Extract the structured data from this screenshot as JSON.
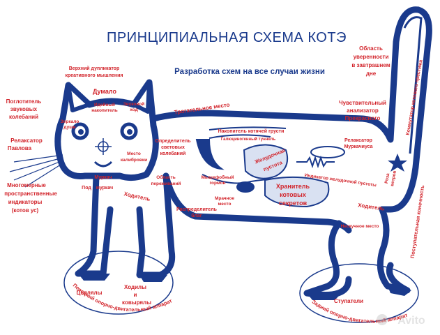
{
  "title": "ПРИНЦИПИАЛЬНАЯ СХЕМА КОТЭ",
  "subtitle": "Разработка схем на все случаи жизни",
  "colors": {
    "outline": "#1a3a8c",
    "label": "#d2232a",
    "title": "#1a3a8c",
    "background": "#ffffff"
  },
  "labels": {
    "top_duplicator_1": "Верхний дупликатор",
    "top_duplicator_2": "креативного мышления",
    "dumalo": "Думало",
    "absorber_1": "Поглотитель",
    "absorber_2": "звуковых",
    "absorber_3": "колебаний",
    "mirrors_1": "Зеркало",
    "mirrors_2": "души",
    "ideal_1": "Идейный",
    "ideal_2": "накопитель",
    "sound_1": "Звуковой",
    "sound_2": "ход",
    "relaxator_pavlov_1": "Релаксатор",
    "relaxator_pavlov_2": "Павлова",
    "light_det_1": "Определитель",
    "light_det_2": "световых",
    "light_det_3": "колебаний",
    "calib_1": "Место",
    "calib_2": "калибровки",
    "murkach": "Муркач",
    "pod_murkach": "Под",
    "pod_murkach_2": "муркач",
    "multidim_1": "Многомерные",
    "multidim_2": "пространственные",
    "multidim_3": "индикаторы",
    "multidim_4": "(котов ус)",
    "touching": "Трогательное место",
    "sadness": "Накопитель котячей грусти",
    "hallucinogen": "Галюциногенный туннель",
    "stomach_1": "Желудочная",
    "stomach_2": "пустота",
    "experience_1": "Область",
    "experience_2": "переживаний",
    "walker": "Ходитель",
    "walker2": "Ходитель",
    "mouse_horm_1": "Мышефобный",
    "mouse_horm_2": "гормон",
    "dark_place_1": "Мрачное",
    "dark_place_2": "место",
    "good_distrib_1": "Распределитель",
    "good_distrib_2": "благ",
    "keeper_1": "Хранитель",
    "keeper_2": "котовых",
    "keeper_3": "секретов",
    "stomach_indicator": "Индикатор желудочной пустоты",
    "murk_relax_1": "Релаксатор",
    "murk_relax_2": "Муркачиуса",
    "wind_rose_1": "Роза",
    "wind_rose_2": "ветров",
    "confidence_1": "Область",
    "confidence_2": "уверенности",
    "confidence_3": "в завтрашнем",
    "confidence_4": "дне",
    "sensitive_1": "Чувствительный",
    "sensitive_2": "анализатор",
    "sensitive_3": "Прекрасного",
    "commutator": "Коммутатор котового престижа",
    "translational": "Поступательная конечность",
    "boring_place": "Нескучное место",
    "tseplyaly": "Цеплялы",
    "hodily_1": "Ходилы",
    "hodily_2": "и",
    "hodily_3": "ковырялы",
    "stupateli": "Ступатели",
    "front_apparatus": "Передний опорно-двигательный аппарат",
    "rear_apparatus": "Задний опорно-двигательный аппарат",
    "watermark": "Avito"
  }
}
